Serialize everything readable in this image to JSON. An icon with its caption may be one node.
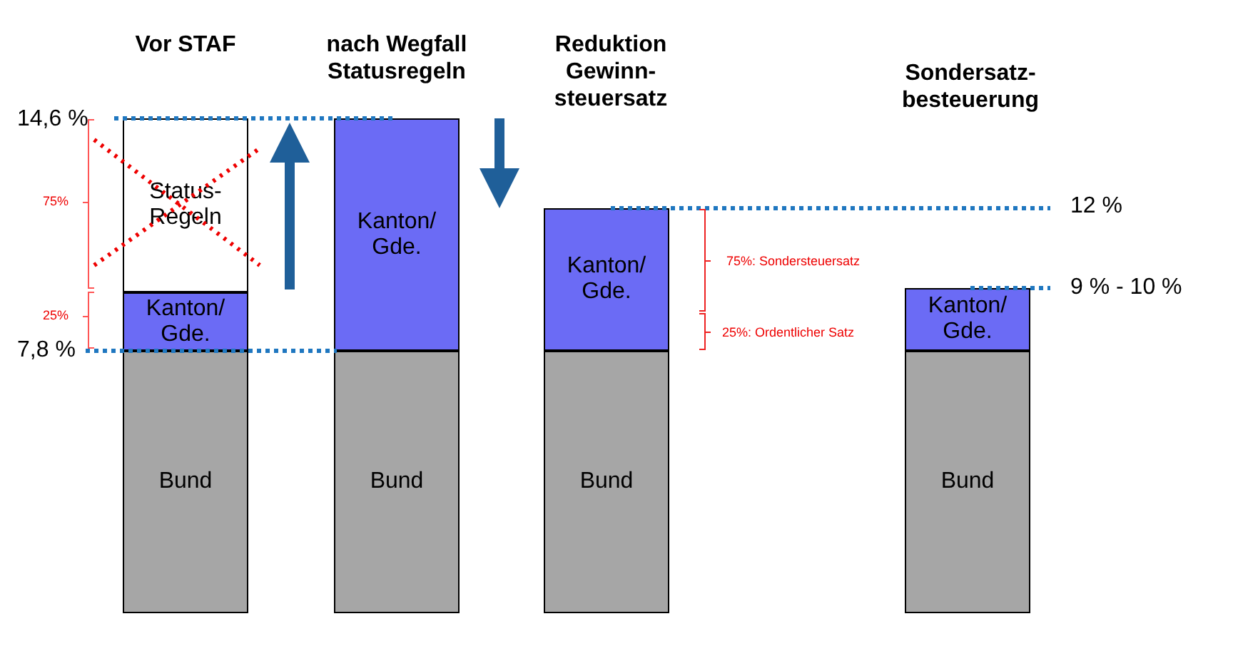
{
  "diagram": {
    "nodes": [
      {
        "text": [
          "Status-Regeln"
        ]
      },
      {
        "text": [
          "Kanton/ Gde."
        ]
      },
      {
        "text": [
          "Bund"
        ]
      },
      {
        "text": [
          "Kanton/ Gde."
        ]
      },
      {
        "text": [
          "Bund"
        ]
      },
      {
        "text": [
          "Kanton/ Gde."
        ]
      },
      {
        "text": [
          "Bund"
        ]
      },
      {
        "text": [
          "Kanton/ Gde."
        ]
      },
      {
        "text": [
          "Bund"
        ]
      }
    ],
    "edges": [],
    "labels": [
      "Vor STAF",
      "nach Wegfall Statusregeln",
      "Reduktion Gewinn-steuersatz",
      "Sondersatz-besteuerung",
      "14,6 %",
      "75%",
      "12 %",
      "75%: Sondersteuersatz",
      "9 % - 10 %",
      "25%",
      "25%: Ordentlicher Satz",
      "7,8 %"
    ]
  }
}
